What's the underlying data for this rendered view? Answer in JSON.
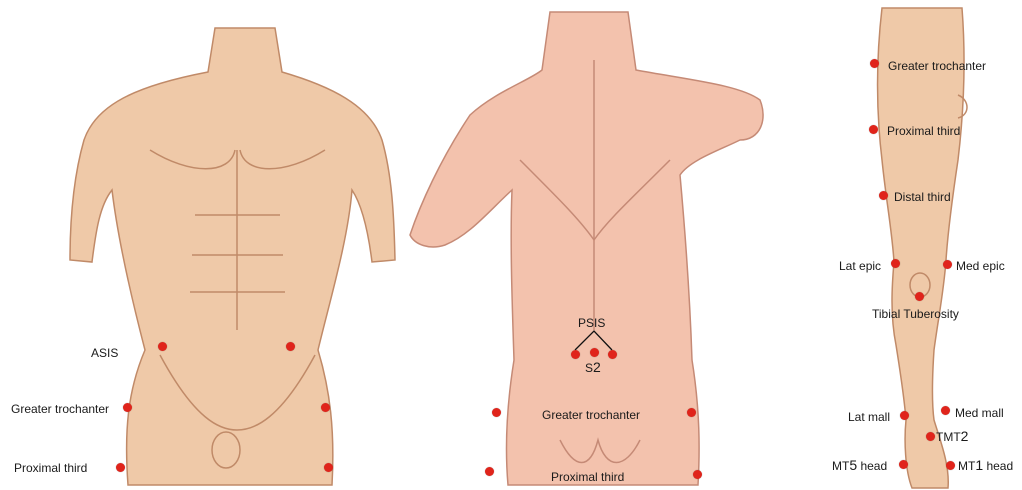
{
  "colors": {
    "marker": "#e0241b",
    "skin_fill": "#efc9a8",
    "skin_stroke": "#c08a68",
    "back_fill": "#f3c2ad"
  },
  "front_torso": {
    "asis": "ASIS",
    "greater_trochanter": "Greater trochanter",
    "proximal_third": "Proximal third"
  },
  "back_torso": {
    "psis": "PSIS",
    "s2_prefix": "S",
    "s2_number": "2",
    "greater_trochanter": "Greater trochanter",
    "proximal_third": "Proximal third"
  },
  "leg": {
    "greater_trochanter": "Greater trochanter",
    "proximal_third": "Proximal third",
    "distal_third": "Distal third",
    "lat_epic": "Lat epic",
    "med_epic": "Med epic",
    "tibial_tuberosity": "Tibial Tuberosity",
    "lat_mall": "Lat mall",
    "med_mall": "Med mall",
    "tmt_prefix": "TMT",
    "tmt_number": "2",
    "mt5_prefix": "MT",
    "mt5_number": "5",
    "mt5_suffix": " head",
    "mt1_prefix": "MT",
    "mt1_number": "1",
    "mt1_suffix": " head"
  }
}
